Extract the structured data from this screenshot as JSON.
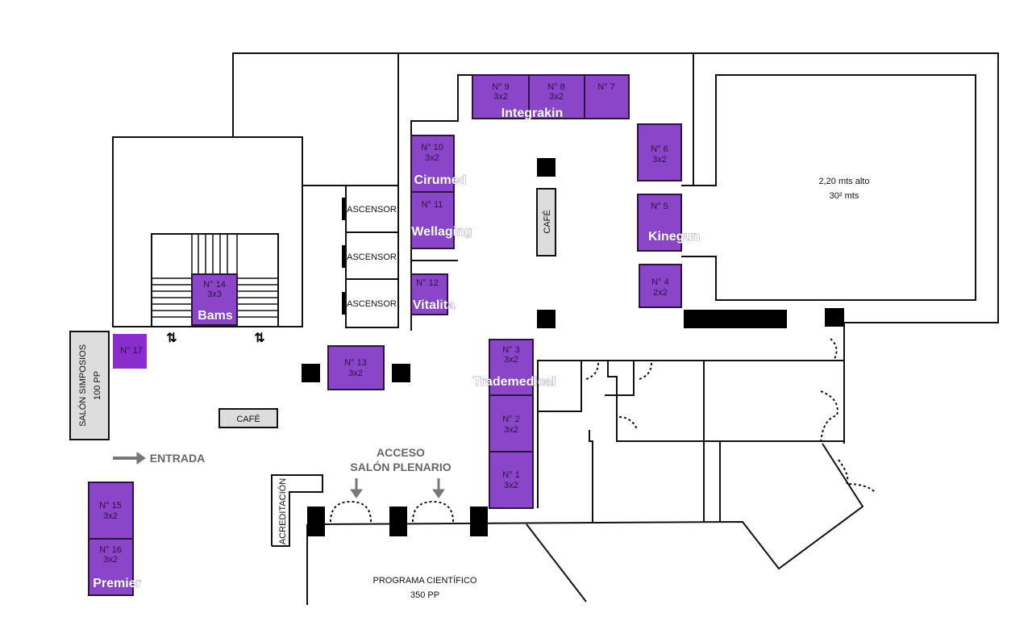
{
  "booths": {
    "b1": {
      "num": "N° 1",
      "size": "3x2"
    },
    "b2": {
      "num": "N° 2",
      "size": "3x2"
    },
    "b3": {
      "num": "N° 3",
      "size": "3x2",
      "brand": "Trademedical"
    },
    "b4": {
      "num": "N° 4",
      "size": "2x2"
    },
    "b5": {
      "num": "N° 5",
      "brand": "Kinegun"
    },
    "b6": {
      "num": "N° 6",
      "size": "3x2"
    },
    "b7": {
      "num": "N° 7"
    },
    "b8": {
      "num": "N° 8",
      "size": "3x2"
    },
    "b9": {
      "num": "N° 9",
      "size": "3x2",
      "brand": "Integrakin"
    },
    "b10": {
      "num": "N° 10",
      "size": "3x2",
      "brand": "Cirumed"
    },
    "b11": {
      "num": "N° 11",
      "brand": "Wellaging"
    },
    "b12": {
      "num": "N° 12",
      "brand": "Vitalita"
    },
    "b13": {
      "num": "N° 13",
      "size": "3x2"
    },
    "b14": {
      "num": "N° 14",
      "size": "3x3",
      "brand": "Bams"
    },
    "b15": {
      "num": "N° 15",
      "size": "3x2"
    },
    "b16": {
      "num": "N° 16",
      "size": "3x2",
      "brand": "Premier"
    },
    "b17": {
      "num": "N° 17"
    }
  },
  "labels": {
    "ascensor": "ASCENSOR",
    "cafe": "CAFÉ",
    "salon_simposios": "SALÓN SIMPOSIOS",
    "salon_simposios_cap": "100 PP",
    "entrada": "ENTRADA",
    "acceso_1": "ACCESO",
    "acceso_2": "SALÓN PLENARIO",
    "acreditacion": "ACREDITACIÓN",
    "programa": "PROGRAMA CIENTÍFICO",
    "programa_cap": "350 PP",
    "room_height": "2,20 mts alto",
    "room_area": "30² mts"
  },
  "colors": {
    "booth": "#8a45c8",
    "cafe": "#dddddd"
  }
}
